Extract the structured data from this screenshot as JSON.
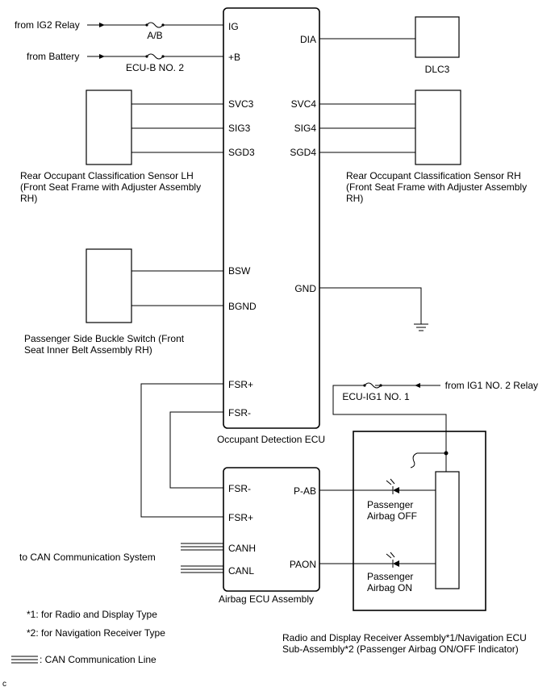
{
  "sources": {
    "ig2_relay": "from IG2 Relay",
    "battery": "from Battery",
    "ig1_relay": "from IG1 NO. 2 Relay"
  },
  "fuses": {
    "ab": "A/B",
    "ecub": "ECU-B NO. 2",
    "ecuig1": "ECU-IG1 NO. 1"
  },
  "occupant_ecu": {
    "name": "Occupant Detection ECU",
    "pins": {
      "ig": "IG",
      "b": "+B",
      "dia": "DIA",
      "svc3": "SVC3",
      "sig3": "SIG3",
      "sgd3": "SGD3",
      "svc4": "SVC4",
      "sig4": "SIG4",
      "sgd4": "SGD4",
      "bsw": "BSW",
      "bgnd": "BGND",
      "gnd": "GND",
      "fsrp": "FSR+",
      "fsrm": "FSR-"
    }
  },
  "dlc3": "DLC3",
  "sensor_lh": {
    "line1": "Rear Occupant Classification Sensor LH",
    "line2": "(Front Seat Frame with Adjuster Assembly",
    "line3": "RH)"
  },
  "sensor_rh": {
    "line1": "Rear Occupant Classification Sensor RH",
    "line2": "(Front Seat Frame with Adjuster Assembly",
    "line3": "RH)"
  },
  "buckle": {
    "line1": "Passenger Side Buckle Switch (Front",
    "line2": "Seat Inner Belt Assembly RH)"
  },
  "airbag_ecu": {
    "name": "Airbag ECU Assembly",
    "pins": {
      "fsrm": "FSR-",
      "fsrp": "FSR+",
      "canh": "CANH",
      "canl": "CANL",
      "pab": "P-AB",
      "paon": "PAON"
    }
  },
  "can_system": "to CAN Communication System",
  "indicators": {
    "off_line1": "Passenger",
    "off_line2": "Airbag OFF",
    "on_line1": "Passenger",
    "on_line2": "Airbag ON"
  },
  "notes": {
    "n1": "*1: for Radio and Display Type",
    "n2": "*2: for Navigation Receiver Type"
  },
  "receiver": {
    "line1": "Radio and Display Receiver Assembly*1/Navigation ECU",
    "line2": "Sub-Assembly*2 (Passenger Airbag ON/OFF Indicator)"
  },
  "legend": ": CAN Communication Line",
  "corner_code": "c"
}
